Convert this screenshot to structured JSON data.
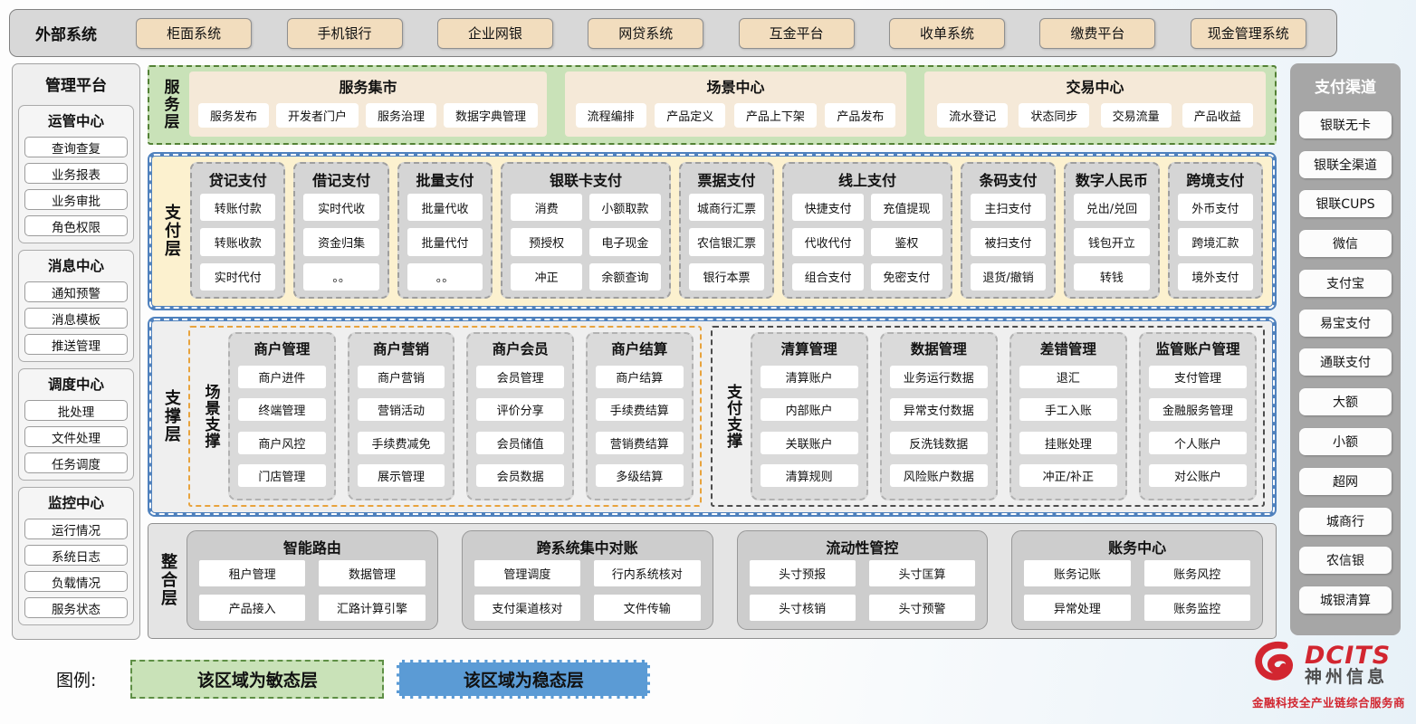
{
  "external_systems": {
    "label": "外部系统",
    "items": [
      "柜面系统",
      "手机银行",
      "企业网银",
      "网贷系统",
      "互金平台",
      "收单系统",
      "缴费平台",
      "现金管理系统"
    ]
  },
  "management_platform": {
    "title": "管理平台",
    "sections": [
      {
        "title": "运管中心",
        "items": [
          "查询查复",
          "业务报表",
          "业务审批",
          "角色权限"
        ]
      },
      {
        "title": "消息中心",
        "items": [
          "通知预警",
          "消息模板",
          "推送管理"
        ]
      },
      {
        "title": "调度中心",
        "items": [
          "批处理",
          "文件处理",
          "任务调度"
        ]
      },
      {
        "title": "监控中心",
        "items": [
          "运行情况",
          "系统日志",
          "负载情况",
          "服务状态"
        ]
      }
    ]
  },
  "service_layer": {
    "label": "服务层",
    "groups": [
      {
        "title": "服务集市",
        "items": [
          "服务发布",
          "开发者门户",
          "服务治理",
          "数据字典管理"
        ]
      },
      {
        "title": "场景中心",
        "items": [
          "流程编排",
          "产品定义",
          "产品上下架",
          "产品发布"
        ]
      },
      {
        "title": "交易中心",
        "items": [
          "流水登记",
          "状态同步",
          "交易流量",
          "产品收益"
        ]
      }
    ]
  },
  "payment_layer": {
    "label": "支付层",
    "groups": [
      {
        "title": "贷记支付",
        "cols": 1,
        "items": [
          "转账付款",
          "转账收款",
          "实时代付"
        ]
      },
      {
        "title": "借记支付",
        "cols": 1,
        "items": [
          "实时代收",
          "资金归集",
          "。。"
        ]
      },
      {
        "title": "批量支付",
        "cols": 1,
        "items": [
          "批量代收",
          "批量代付",
          "。。"
        ]
      },
      {
        "title": "银联卡支付",
        "cols": 2,
        "items": [
          "消费",
          "小额取款",
          "预授权",
          "电子现金",
          "冲正",
          "余额查询"
        ]
      },
      {
        "title": "票据支付",
        "cols": 1,
        "items": [
          "城商行汇票",
          "农信银汇票",
          "银行本票"
        ]
      },
      {
        "title": "线上支付",
        "cols": 2,
        "items": [
          "快捷支付",
          "充值提现",
          "代收代付",
          "鉴权",
          "组合支付",
          "免密支付"
        ]
      },
      {
        "title": "条码支付",
        "cols": 1,
        "items": [
          "主扫支付",
          "被扫支付",
          "退货/撤销"
        ]
      },
      {
        "title": "数字人民币",
        "cols": 1,
        "items": [
          "兑出/兑回",
          "钱包开立",
          "转钱"
        ]
      },
      {
        "title": "跨境支付",
        "cols": 1,
        "items": [
          "外币支付",
          "跨境汇款",
          "境外支付"
        ]
      }
    ]
  },
  "support_layer": {
    "label": "支撑层",
    "groups": [
      {
        "label": "场景支撑",
        "accent": "orange",
        "columns": [
          {
            "title": "商户管理",
            "items": [
              "商户进件",
              "终端管理",
              "商户风控",
              "门店管理"
            ]
          },
          {
            "title": "商户营销",
            "items": [
              "商户营销",
              "营销活动",
              "手续费减免",
              "展示管理"
            ]
          },
          {
            "title": "商户会员",
            "items": [
              "会员管理",
              "评价分享",
              "会员储值",
              "会员数据"
            ]
          },
          {
            "title": "商户结算",
            "items": [
              "商户结算",
              "手续费结算",
              "营销费结算",
              "多级结算"
            ]
          }
        ]
      },
      {
        "label": "支付支撑",
        "accent": "dark",
        "columns": [
          {
            "title": "清算管理",
            "items": [
              "清算账户",
              "内部账户",
              "关联账户",
              "清算规则"
            ]
          },
          {
            "title": "数据管理",
            "items": [
              "业务运行数据",
              "异常支付数据",
              "反洗钱数据",
              "风险账户数据"
            ]
          },
          {
            "title": "差错管理",
            "items": [
              "退汇",
              "手工入账",
              "挂账处理",
              "冲正/补正"
            ]
          },
          {
            "title": "监管账户管理",
            "items": [
              "支付管理",
              "金融服务管理",
              "个人账户",
              "对公账户"
            ]
          }
        ]
      }
    ]
  },
  "integration_layer": {
    "label": "整合层",
    "groups": [
      {
        "title": "智能路由",
        "items": [
          "租户管理",
          "数据管理",
          "产品接入",
          "汇路计算引擎"
        ]
      },
      {
        "title": "跨系统集中对账",
        "items": [
          "管理调度",
          "行内系统核对",
          "支付渠道核对",
          "文件传输"
        ]
      },
      {
        "title": "流动性管控",
        "items": [
          "头寸预报",
          "头寸匡算",
          "头寸核销",
          "头寸预警"
        ]
      },
      {
        "title": "账务中心",
        "items": [
          "账务记账",
          "账务风控",
          "异常处理",
          "账务监控"
        ]
      }
    ]
  },
  "payment_channels": {
    "title": "支付渠道",
    "items": [
      "银联无卡",
      "银联全渠道",
      "银联CUPS",
      "微信",
      "支付宝",
      "易宝支付",
      "通联支付",
      "大额",
      "小额",
      "超网",
      "城商行",
      "农信银",
      "城银清算"
    ]
  },
  "legend": {
    "label": "图例:",
    "items": [
      {
        "text": "该区域为敏态层",
        "style": "green"
      },
      {
        "text": "该区域为稳态层",
        "style": "blue"
      }
    ]
  },
  "logo": {
    "brand": "DCITS",
    "name": "神州信息",
    "tagline": "金融科技全产业链综合服务商"
  },
  "colors": {
    "agile_green": "#c9e2b8",
    "stable_blue": "#4f81bd",
    "legend_blue": "#5b9bd5",
    "system_tan": "#f2ddbe",
    "panel_gray": "#d8d8d8",
    "channel_gray": "#a6a6a6",
    "brand_red": "#d22630"
  }
}
